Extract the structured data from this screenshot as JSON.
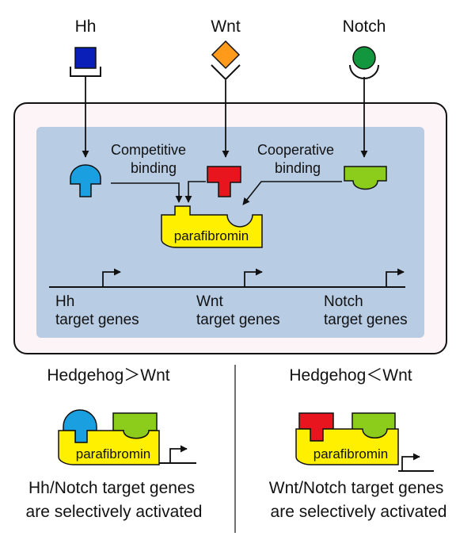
{
  "signals": {
    "hh": "Hh",
    "wnt": "Wnt",
    "notch": "Notch"
  },
  "binding": {
    "competitive": [
      "Competitive",
      "binding"
    ],
    "cooperative": [
      "Cooperative",
      "binding"
    ]
  },
  "protein": "parafibromin",
  "target_genes": {
    "hh": [
      "Hh",
      "target genes"
    ],
    "wnt": [
      "Wnt",
      "target genes"
    ],
    "notch": [
      "Notch",
      "target genes"
    ]
  },
  "comparisons": {
    "left": {
      "title": "Hedgehog＞Wnt",
      "protein": "parafibromin",
      "caption": [
        "Hh/Notch target genes",
        "are selectively activated"
      ]
    },
    "right": {
      "title": "Hedgehog＜Wnt",
      "protein": "parafibromin",
      "caption": [
        "Wnt/Notch target genes",
        "are selectively activated"
      ]
    }
  },
  "colors": {
    "hh": "#1aa0e0",
    "wnt": "#e8141e",
    "notch": "#8ccc1a",
    "parafibromin": "#fff000",
    "hh_ligand": "#0a1fb8",
    "wnt_ligand": "#ff9a1a",
    "notch_ligand": "#12963e",
    "cell": "#fcf4f6",
    "nucleus": "#b8cce4"
  }
}
